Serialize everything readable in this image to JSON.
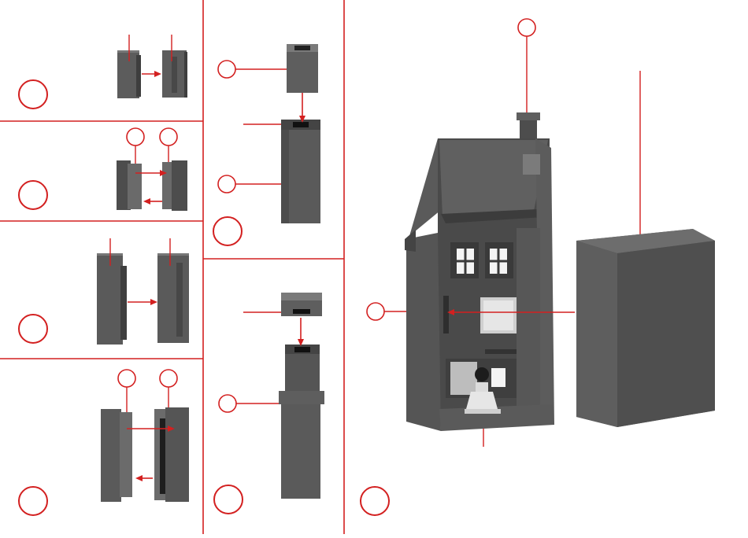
{
  "diagram": {
    "kind": "model building assembly instructions",
    "colors": {
      "divider": "#d32020",
      "annotation": "#d32020",
      "part_light": "#777777",
      "part_mid": "#5f5f5f",
      "part_dark": "#3f3f3f",
      "window": "#f4f4f4",
      "figure": "#dcdcdc"
    },
    "panels": [
      {
        "id": "step-1",
        "parts": 2,
        "arrows": 1,
        "leaders": 2,
        "step_circle": true,
        "callout_circles": 0
      },
      {
        "id": "step-2",
        "parts": 2,
        "arrows": 2,
        "leaders": 0,
        "step_circle": true,
        "callout_circles": 2
      },
      {
        "id": "step-3",
        "parts": 2,
        "arrows": 1,
        "leaders": 2,
        "step_circle": true,
        "callout_circles": 0
      },
      {
        "id": "step-4",
        "parts": 2,
        "arrows": 2,
        "leaders": 0,
        "step_circle": true,
        "callout_circles": 2
      },
      {
        "id": "step-5",
        "parts": 2,
        "arrows": 1,
        "leaders": 3,
        "step_circle": true,
        "callout_circles": 2
      },
      {
        "id": "step-6",
        "parts": 2,
        "arrows": 1,
        "leaders": 2,
        "step_circle": true,
        "callout_circles": 1
      },
      {
        "id": "step-7",
        "parts": 2,
        "arrows": 1,
        "leaders": 4,
        "step_circle": true,
        "callout_circles": 2,
        "icons": [
          "house-shell-icon",
          "chimney-icon",
          "window-icon",
          "figure-icon",
          "back-wall-box-icon"
        ]
      }
    ]
  }
}
